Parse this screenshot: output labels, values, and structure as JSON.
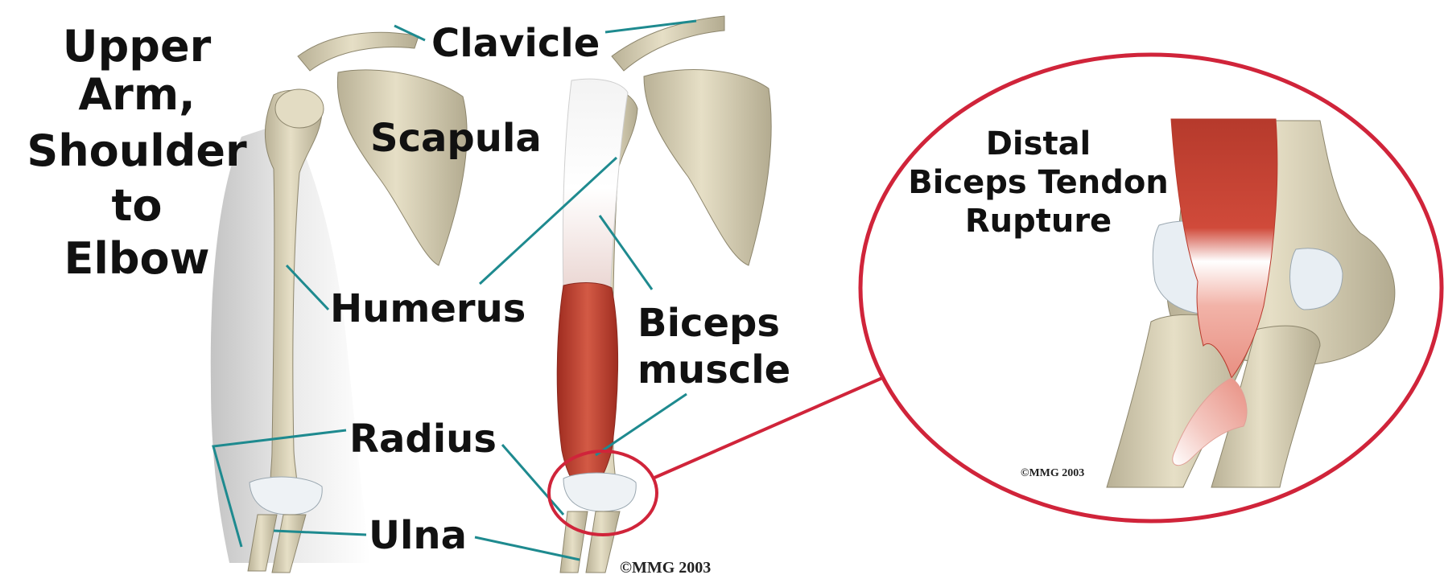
{
  "title": {
    "lines": [
      "Upper",
      "Arm,",
      "Shoulder",
      "to",
      "Elbow"
    ]
  },
  "labels": {
    "clavicle": "Clavicle",
    "scapula": "Scapula",
    "humerus": "Humerus",
    "biceps_line1": "Biceps",
    "biceps_line2": "muscle",
    "radius": "Radius",
    "ulna": "Ulna"
  },
  "inset": {
    "lines": [
      "Distal",
      "Biceps Tendon",
      "Rupture"
    ],
    "copyright": "©MMG 2003"
  },
  "copyright": "©MMG 2003",
  "colors": {
    "leader_lines": "#1e8a8f",
    "callout_circle": "#d0243a",
    "bone": "#d9d1b8",
    "bone_shadow": "#a79f86",
    "muscle": "#b8392c",
    "cartilage": "#e8eef3",
    "skin_shadow": "#c9c9c9"
  }
}
